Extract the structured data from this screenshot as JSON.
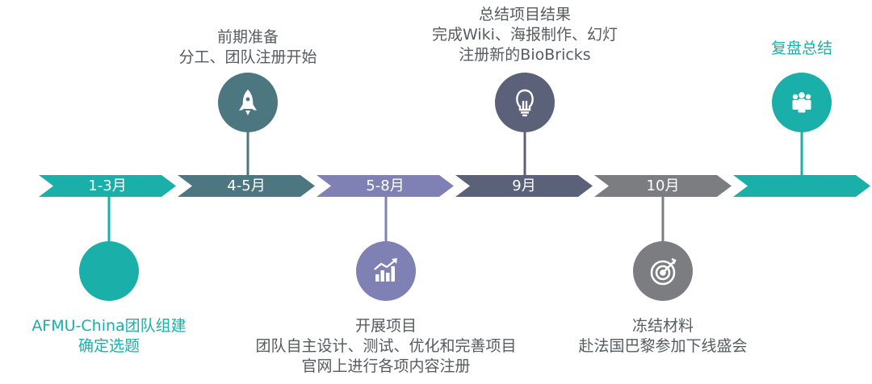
{
  "colors": {
    "teal": "#1aafa8",
    "slate": "#4c7680",
    "lavender": "#7f81b4",
    "navy": "#5b6179",
    "grey": "#7b7d81",
    "text": "#555b60"
  },
  "arrows": [
    {
      "label": "1-3月",
      "color": "#1aafa8"
    },
    {
      "label": "4-5月",
      "color": "#4c7680"
    },
    {
      "label": "5-8月",
      "color": "#7f81b4"
    },
    {
      "label": "9月",
      "color": "#5b6179"
    },
    {
      "label": "10月",
      "color": "#7b7d81"
    },
    {
      "label": "",
      "color": "#1aafa8"
    }
  ],
  "milestones": [
    {
      "title": "AFMU-China团队组建",
      "lines": [
        "确定选题"
      ],
      "icon": "",
      "color": "#1aafa8"
    },
    {
      "title": "前期准备",
      "lines": [
        "分工、团队注册开始"
      ],
      "icon": "rocket-icon",
      "color": "#4c7680"
    },
    {
      "title": "开展项目",
      "lines": [
        "团队自主设计、测试、优化和完善项目",
        "官网上进行各项内容注册"
      ],
      "icon": "bar-chart-icon",
      "color": "#7f81b4"
    },
    {
      "title": "总结项目结果",
      "lines": [
        "完成Wiki、海报制作、幻灯",
        "注册新的BioBricks"
      ],
      "icon": "lightbulb-icon",
      "color": "#5b6179"
    },
    {
      "title": "冻结材料",
      "lines": [
        "赴法国巴黎参加下线盛会"
      ],
      "icon": "target-icon",
      "color": "#7b7d81"
    },
    {
      "title": "复盘总结",
      "lines": [],
      "icon": "team-icon",
      "color": "#1aafa8"
    }
  ]
}
